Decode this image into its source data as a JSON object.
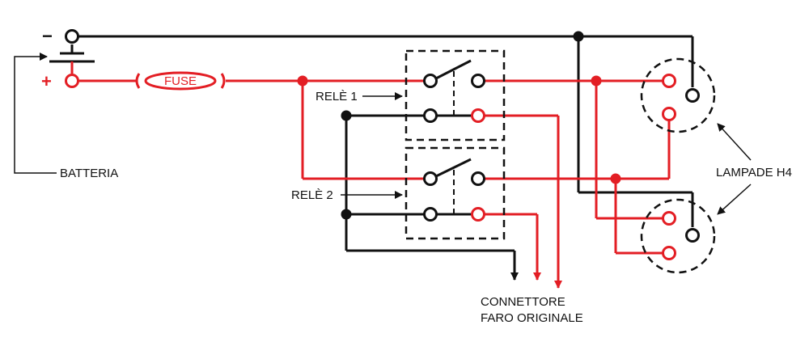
{
  "labels": {
    "minus": "−",
    "plus": "+",
    "fuse": "FUSE",
    "battery": "BATTERIA",
    "relay1": "RELÈ 1",
    "relay2": "RELÈ 2",
    "lamps": "LAMPADE H4",
    "connector_line1": "CONNETTORE",
    "connector_line2": "FARO ORIGINALE"
  },
  "colors": {
    "positive_wire": "#e31e24",
    "ground_wire": "#111111",
    "background": "#ffffff"
  }
}
